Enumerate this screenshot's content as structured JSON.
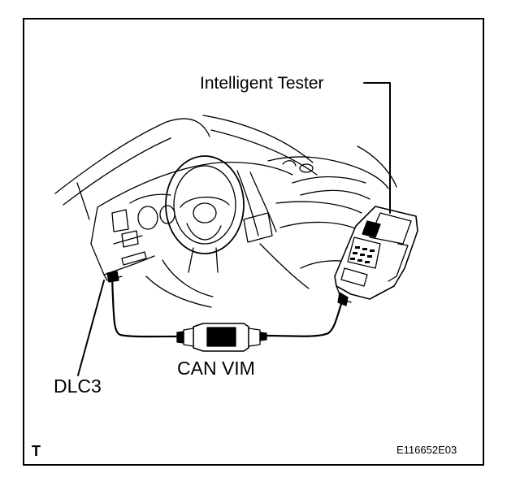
{
  "labels": {
    "intelligent_tester": "Intelligent Tester",
    "can_vim": "CAN VIM",
    "dlc3": "DLC3",
    "corner_mark": "T",
    "figure_code": "E116652E03"
  }
}
